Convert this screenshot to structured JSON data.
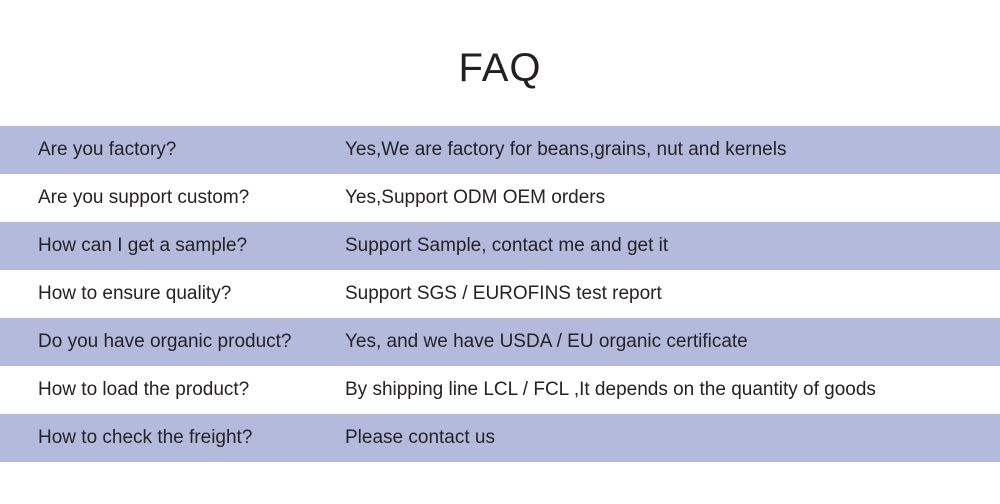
{
  "title": "FAQ",
  "colors": {
    "row_highlight": "#b3badc",
    "row_alt": "#ffffff",
    "text": "#262224",
    "background": "#ffffff"
  },
  "faq": {
    "rows": [
      {
        "question": "Are you factory?",
        "answer": "Yes,We are factory for beans,grains, nut and kernels"
      },
      {
        "question": "Are you support custom?",
        "answer": "Yes,Support ODM OEM orders"
      },
      {
        "question": "How can I get a sample?",
        "answer": "Support Sample, contact me and get it"
      },
      {
        "question": "How to ensure quality?",
        "answer": "Support SGS / EUROFINS test report"
      },
      {
        "question": "Do you have organic product?",
        "answer": "Yes, and we have USDA / EU organic certificate"
      },
      {
        "question": "How to load the product?",
        "answer": "By shipping line LCL / FCL ,It depends on the quantity of goods"
      },
      {
        "question": "How to check the freight?",
        "answer": "Please contact us"
      }
    ]
  }
}
